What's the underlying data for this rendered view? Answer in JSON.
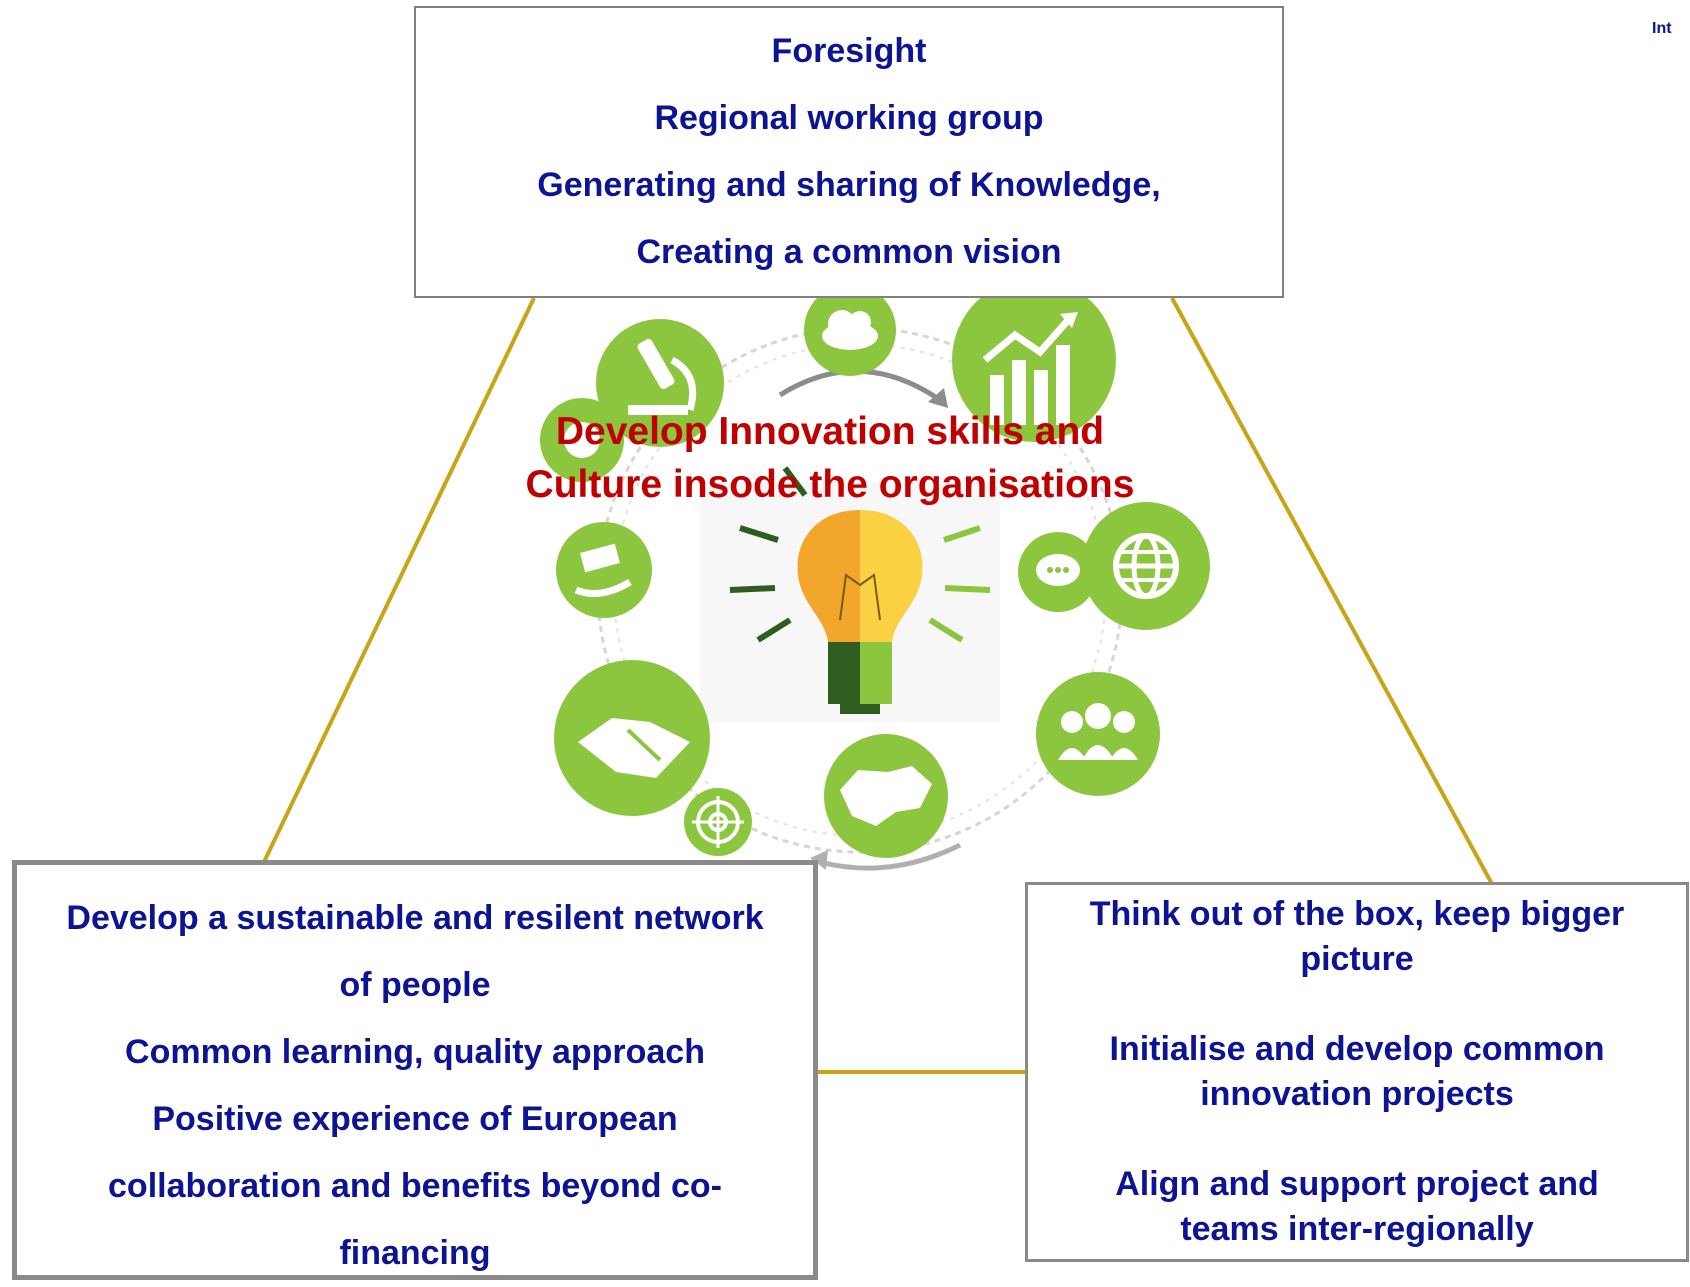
{
  "top_box": {
    "lines": [
      "Foresight",
      "Regional working group",
      "Generating and sharing of Knowledge,",
      "Creating a common vision"
    ]
  },
  "center": {
    "title_line1": "Develop Innovation skills and",
    "title_line2": "Culture insode the organisations",
    "icons": [
      "microscope-icon",
      "cloud-icon",
      "growth-chart-icon",
      "money-hand-icon",
      "chat-bubble-icon",
      "globe-icon",
      "handshake-icon",
      "target-icon",
      "switzerland-map-icon",
      "people-group-icon",
      "light-bulb-icon"
    ]
  },
  "left_box": {
    "lines": [
      "Develop a sustainable and resilent network",
      "of people",
      "Common learning, quality approach",
      "Positive experience of  European",
      "collaboration and benefits beyond co-",
      "financing"
    ]
  },
  "right_box": {
    "item1_line1": "Think out of the box, keep bigger",
    "item1_line2": "picture",
    "item2_line1": "Initialise and develop common",
    "item2_line2": "innovation projects",
    "item3_line1": "Align and support project and",
    "item3_line2": "teams inter-regionally"
  },
  "corner_text": "Int",
  "colors": {
    "box_text": "#0d1494",
    "hub_title": "#c00000",
    "connector": "#c9a516",
    "icon_green": "#8cc63f",
    "box_border": "#8a8a8a"
  }
}
